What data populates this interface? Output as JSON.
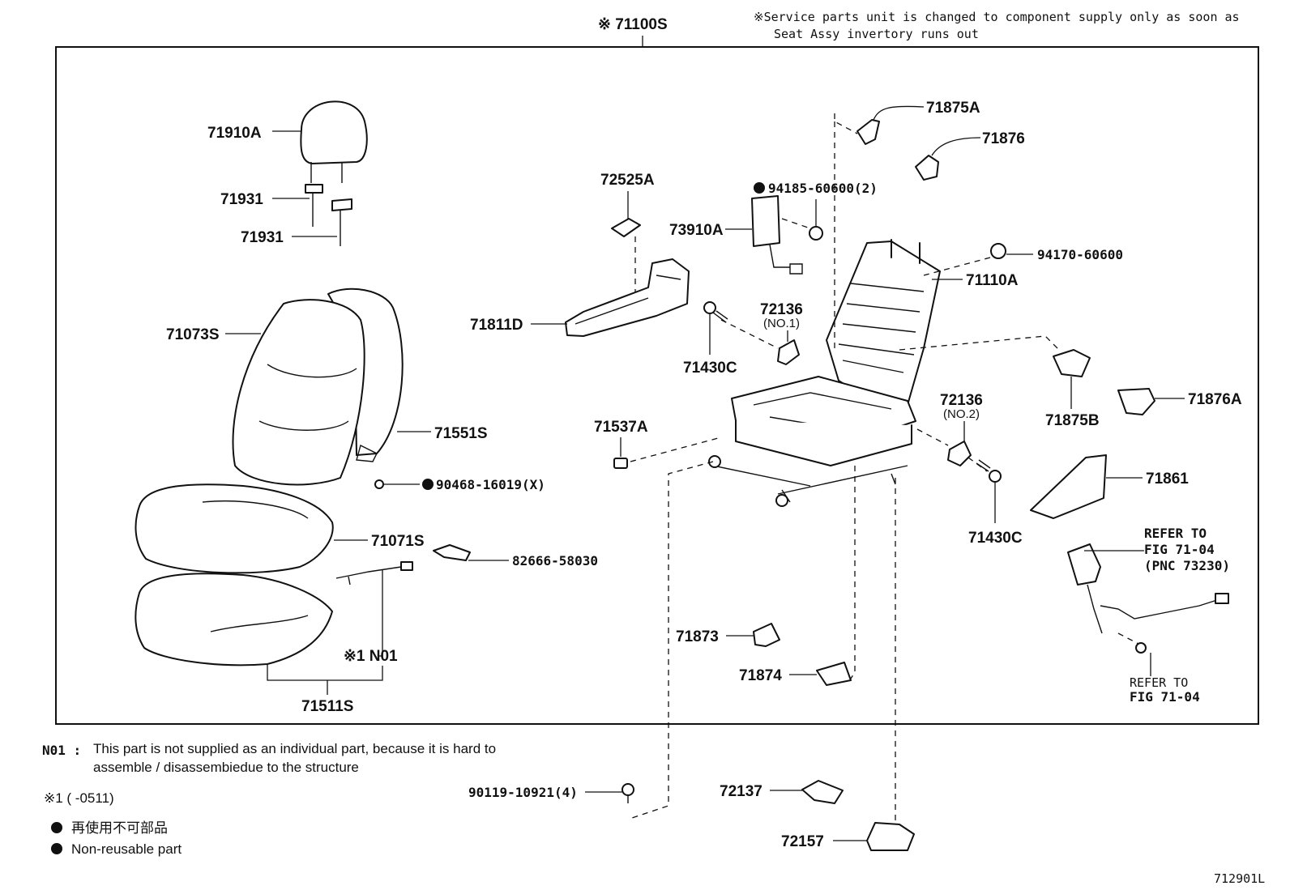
{
  "header": {
    "assembly_number": "※ 71100S",
    "service_note_line1": "※Service parts unit is changed to component supply only as soon as",
    "service_note_line2": "Seat Assy invertory runs out"
  },
  "parts": {
    "p71910A": "71910A",
    "p71931a": "71931",
    "p71931b": "71931",
    "p71073S": "71073S",
    "p71551S": "71551S",
    "p90468": "90468-16019(X)",
    "p71071S": "71071S",
    "p82666": "82666-58030",
    "pN01": "※1 N01",
    "p71511S": "71511S",
    "p72525A": "72525A",
    "p94185": "94185-60600(2)",
    "p73910A": "73910A",
    "p71811D": "71811D",
    "p72136a": "72136",
    "p72136a_no": "(NO.1)",
    "p71430Ca": "71430C",
    "p71537A": "71537A",
    "p71875A": "71875A",
    "p71876": "71876",
    "p94170": "94170-60600",
    "p71110A": "71110A",
    "p72136b": "72136",
    "p72136b_no": "(NO.2)",
    "p71875B": "71875B",
    "p71876A": "71876A",
    "p71861": "71861",
    "p71430Cb": "71430C",
    "ref1_line1": "REFER TO",
    "ref1_line2": "FIG 71-04",
    "ref1_line3": "(PNC 73230)",
    "ref2_line1": "REFER TO",
    "ref2_line2": "FIG 71-04",
    "p71873": "71873",
    "p71874": "71874",
    "p90119": "90119-10921(4)",
    "p72137": "72137",
    "p72157": "72157"
  },
  "notes": {
    "n01_code": "N01 :",
    "n01_line1": "This part is not supplied as an individual part, because it is hard to",
    "n01_line2": "assemble / disassembiedue to the structure",
    "ref_mark": "※1 (      -0511)",
    "legend_jp": "再使用不可部品",
    "legend_en": "Non-reusable part"
  },
  "footer": {
    "figure_code": "712901L"
  }
}
